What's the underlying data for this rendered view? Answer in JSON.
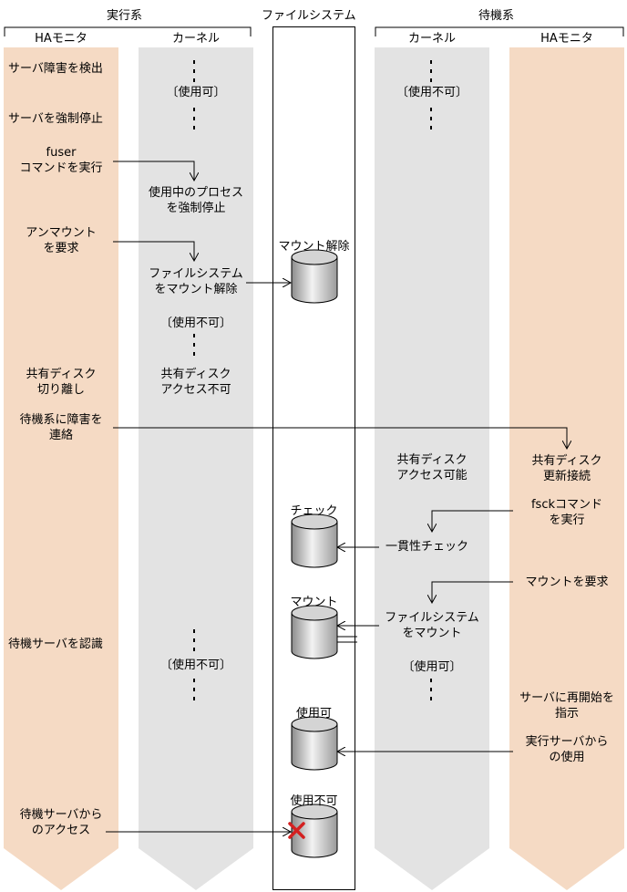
{
  "headers": {
    "active_system": "実行系",
    "file_system": "ファイルシステム",
    "standby_system": "待機系"
  },
  "lanes": {
    "active_ha": "HAモニタ",
    "active_kernel": "カーネル",
    "standby_kernel": "カーネル",
    "standby_ha": "HAモニタ"
  },
  "active_ha_steps": {
    "detect": "サーバ障害を検出",
    "force_stop": "サーバを強制停止",
    "fuser": "fuser\nコマンドを実行",
    "unmount_req": "アンマウント\nを要求",
    "disk_detach": "共有ディスク\n切り離し",
    "notify": "待機系に障害を\n連絡",
    "recognize": "待機サーバを認識",
    "access": "待機サーバから\nのアクセス"
  },
  "active_kernel_steps": {
    "usable": "〔使用可〕",
    "kill": "使用中のプロセス\nを強制停止",
    "unmount": "ファイルシステム\nをマウント解除",
    "unusable1": "〔使用不可〕",
    "no_access": "共有ディスク\nアクセス不可",
    "unusable2": "〔使用不可〕"
  },
  "fs_states": {
    "unmounted": "マウント解除",
    "check": "チェック",
    "mount": "マウント",
    "usable": "使用可",
    "unusable": "使用不可"
  },
  "standby_kernel_steps": {
    "unusable": "〔使用不可〕",
    "accessible": "共有ディスク\nアクセス可能",
    "fsck": "一貫性チェック",
    "mount": "ファイルシステム\nをマウント",
    "usable": "〔使用可〕"
  },
  "standby_ha_steps": {
    "reconnect": "共有ディスク\n更新接続",
    "fsck_cmd": "fsckコマンド\nを実行",
    "mount_req": "マウントを要求",
    "restart": "サーバに再開始を\n指示",
    "use": "実行サーバから\nの使用"
  },
  "colors": {
    "ha_lane": "#f5dac4",
    "kernel_lane": "#e3e3e3",
    "error_mark": "#d42020"
  }
}
